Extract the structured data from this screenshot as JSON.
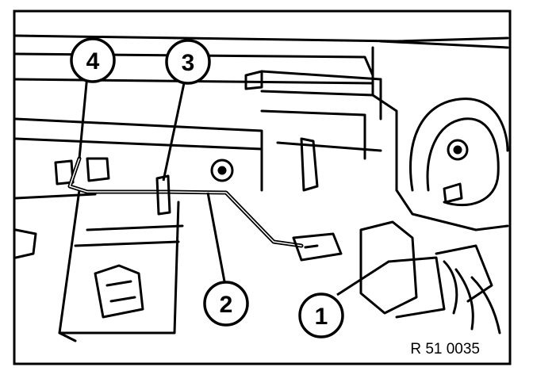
{
  "diagram": {
    "callouts": [
      {
        "id": "callout-1",
        "label": "1"
      },
      {
        "id": "callout-2",
        "label": "2"
      },
      {
        "id": "callout-3",
        "label": "3"
      },
      {
        "id": "callout-4",
        "label": "4"
      }
    ],
    "reference_code": "R 51 0035",
    "colors": {
      "ink": "#000000",
      "paper": "#ffffff"
    }
  }
}
